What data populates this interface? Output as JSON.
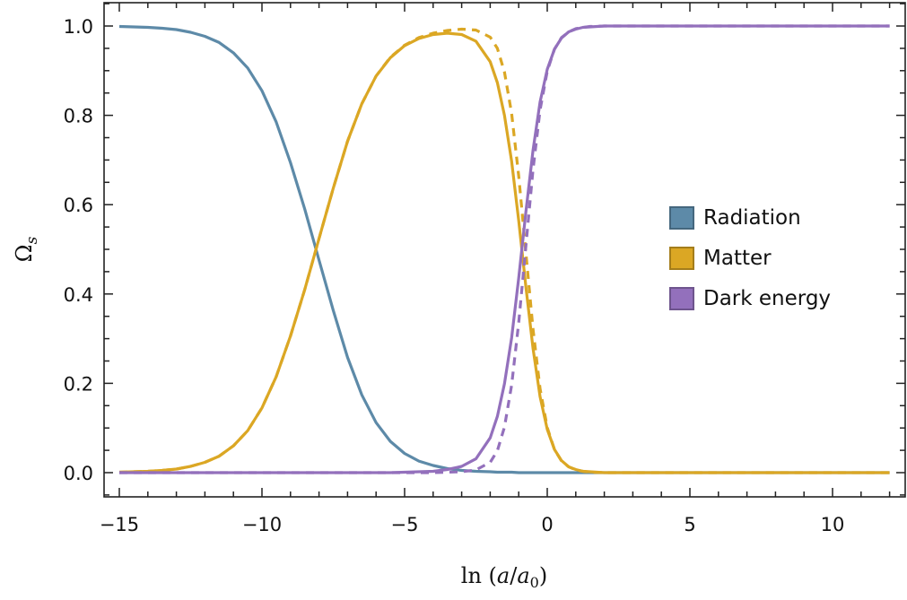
{
  "chart_data": {
    "type": "line",
    "title": "",
    "xlabel": "ln (a/a0)",
    "ylabel": "Ωs",
    "xlim": [
      -15,
      12
    ],
    "ylim": [
      -0.05,
      1.05
    ],
    "x_ticks": [
      -15,
      -10,
      -5,
      0,
      5,
      10
    ],
    "x_tick_labels": [
      "−15",
      "−10",
      "−5",
      "0",
      "5",
      "10"
    ],
    "y_ticks": [
      0.0,
      0.2,
      0.4,
      0.6,
      0.8,
      1.0
    ],
    "y_tick_labels": [
      "0.0",
      "0.2",
      "0.4",
      "0.6",
      "0.8",
      "1.0"
    ],
    "grid": false,
    "legend_position": "right-middle",
    "legend": [
      {
        "label": "Radiation",
        "color": "#5d8aa8"
      },
      {
        "label": "Matter",
        "color": "#dba724"
      },
      {
        "label": "Dark energy",
        "color": "#9370bc"
      }
    ],
    "x": [
      -15,
      -14.5,
      -14,
      -13.5,
      -13,
      -12.5,
      -12,
      -11.5,
      -11,
      -10.5,
      -10,
      -9.5,
      -9,
      -8.5,
      -8,
      -7.5,
      -7,
      -6.5,
      -6,
      -5.5,
      -5,
      -4.5,
      -4,
      -3.5,
      -3,
      -2.5,
      -2,
      -1.75,
      -1.5,
      -1.25,
      -1,
      -0.75,
      -0.5,
      -0.25,
      0,
      0.25,
      0.5,
      0.75,
      1,
      1.25,
      1.5,
      2,
      2.5,
      3,
      4,
      5,
      6,
      7,
      8,
      9,
      10,
      11,
      12
    ],
    "series": [
      {
        "name": "Radiation",
        "style": "solid",
        "color": "#5d8aa8",
        "values": [
          0.999,
          0.998,
          0.997,
          0.995,
          0.992,
          0.986,
          0.977,
          0.963,
          0.94,
          0.906,
          0.855,
          0.785,
          0.694,
          0.59,
          0.476,
          0.363,
          0.258,
          0.174,
          0.112,
          0.07,
          0.043,
          0.026,
          0.016,
          0.009,
          0.005,
          0.003,
          0.002,
          0.001,
          0.001,
          0.001,
          0.0,
          0.0,
          0.0,
          0.0,
          0.0,
          0.0,
          0.0,
          0.0,
          0.0,
          0.0,
          0.0,
          0.0,
          0.0,
          0.0,
          0.0,
          0.0,
          0.0,
          0.0,
          0.0,
          0.0,
          0.0,
          0.0,
          0.0
        ]
      },
      {
        "name": "Matter",
        "style": "solid",
        "color": "#dba724",
        "values": [
          0.001,
          0.002,
          0.003,
          0.005,
          0.008,
          0.014,
          0.023,
          0.037,
          0.06,
          0.094,
          0.145,
          0.215,
          0.306,
          0.41,
          0.524,
          0.637,
          0.742,
          0.826,
          0.888,
          0.929,
          0.956,
          0.972,
          0.981,
          0.984,
          0.981,
          0.966,
          0.92,
          0.873,
          0.8,
          0.697,
          0.564,
          0.416,
          0.279,
          0.17,
          0.097,
          0.052,
          0.027,
          0.013,
          0.007,
          0.003,
          0.002,
          0.0,
          0.0,
          0.0,
          0.0,
          0.0,
          0.0,
          0.0,
          0.0,
          0.0,
          0.0,
          0.0,
          0.0
        ]
      },
      {
        "name": "Dark energy",
        "style": "solid",
        "color": "#9370bc",
        "values": [
          0.0,
          0.0,
          0.0,
          0.0,
          0.0,
          0.0,
          0.0,
          0.0,
          0.0,
          0.0,
          0.0,
          0.0,
          0.0,
          0.0,
          0.0,
          0.0,
          0.0,
          0.0,
          0.0,
          0.0,
          0.001,
          0.002,
          0.003,
          0.007,
          0.014,
          0.031,
          0.078,
          0.126,
          0.199,
          0.302,
          0.436,
          0.584,
          0.721,
          0.83,
          0.903,
          0.948,
          0.973,
          0.987,
          0.993,
          0.997,
          0.998,
          1.0,
          1.0,
          1.0,
          1.0,
          1.0,
          1.0,
          1.0,
          1.0,
          1.0,
          1.0,
          1.0,
          1.0
        ]
      },
      {
        "name": "Matter (dashed)",
        "style": "dashed",
        "color": "#dba724",
        "values": [
          0.001,
          0.002,
          0.003,
          0.005,
          0.008,
          0.014,
          0.023,
          0.037,
          0.06,
          0.094,
          0.145,
          0.215,
          0.306,
          0.41,
          0.524,
          0.637,
          0.742,
          0.826,
          0.888,
          0.93,
          0.957,
          0.974,
          0.984,
          0.99,
          0.993,
          0.991,
          0.975,
          0.95,
          0.897,
          0.804,
          0.664,
          0.492,
          0.322,
          0.188,
          0.101,
          0.052,
          0.026,
          0.013,
          0.006,
          0.003,
          0.001,
          0.0,
          0.0,
          0.0,
          0.0,
          0.0,
          0.0,
          0.0,
          0.0,
          0.0,
          0.0,
          0.0,
          0.0
        ]
      },
      {
        "name": "Dark energy (dashed)",
        "style": "dashed",
        "color": "#9370bc",
        "values": [
          0.0,
          0.0,
          0.0,
          0.0,
          0.0,
          0.0,
          0.0,
          0.0,
          0.0,
          0.0,
          0.0,
          0.0,
          0.0,
          0.0,
          0.0,
          0.0,
          0.0,
          0.0,
          0.0,
          0.0,
          0.0,
          0.0,
          0.0,
          0.001,
          0.002,
          0.006,
          0.023,
          0.049,
          0.102,
          0.196,
          0.336,
          0.508,
          0.678,
          0.812,
          0.899,
          0.948,
          0.974,
          0.987,
          0.994,
          0.997,
          0.999,
          1.0,
          1.0,
          1.0,
          1.0,
          1.0,
          1.0,
          1.0,
          1.0,
          1.0,
          1.0,
          1.0,
          1.0
        ]
      }
    ]
  }
}
